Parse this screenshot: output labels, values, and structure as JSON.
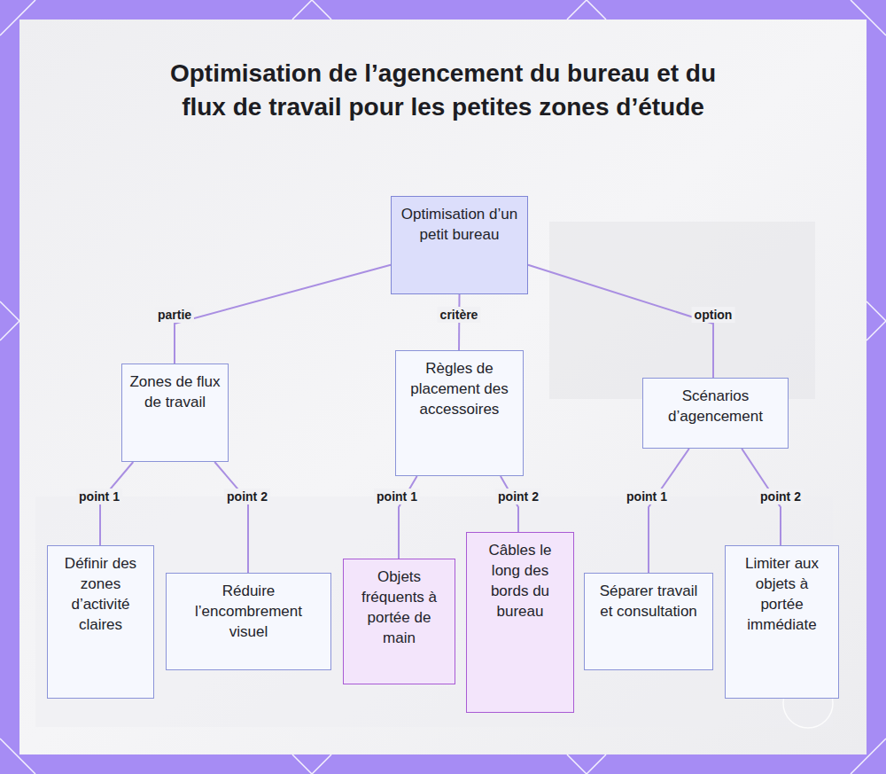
{
  "diagram": {
    "title": "Optimisation de l’agencement du bureau et du flux de travail pour les petites zones d’étude",
    "nodes": [
      {
        "text": [
          "Optimisation d’un petit bureau"
        ]
      },
      {
        "text": [
          "Zones de flux de travail"
        ]
      },
      {
        "text": [
          "Règles de placement des accessoires"
        ]
      },
      {
        "text": [
          "Scénarios d’agencement"
        ]
      },
      {
        "text": [
          "Définir des zones d’activité claires"
        ]
      },
      {
        "text": [
          "Réduire l’encombrement visuel"
        ]
      },
      {
        "text": [
          "Objets fréquents à portée de main"
        ]
      },
      {
        "text": [
          "Câbles le long des bords du bureau"
        ]
      },
      {
        "text": [
          "Séparer travail et consultation"
        ]
      },
      {
        "text": [
          "Limiter aux objets à portée immédiate"
        ]
      }
    ],
    "edges": [
      {
        "from": 0,
        "to": 1,
        "label": "partie",
        "arrow": "none"
      },
      {
        "from": 0,
        "to": 2,
        "label": "critère",
        "arrow": "none"
      },
      {
        "from": 0,
        "to": 3,
        "label": "option",
        "arrow": "none"
      },
      {
        "from": 1,
        "to": 4,
        "label": "point 1",
        "arrow": "none"
      },
      {
        "from": 1,
        "to": 5,
        "label": "point 2",
        "arrow": "none"
      },
      {
        "from": 2,
        "to": 6,
        "label": "point 1",
        "arrow": "none"
      },
      {
        "from": 2,
        "to": 7,
        "label": "point 2",
        "arrow": "none"
      },
      {
        "from": 3,
        "to": 8,
        "label": "point 1",
        "arrow": "none"
      },
      {
        "from": 3,
        "to": 9,
        "label": "point 2",
        "arrow": "none"
      }
    ]
  }
}
